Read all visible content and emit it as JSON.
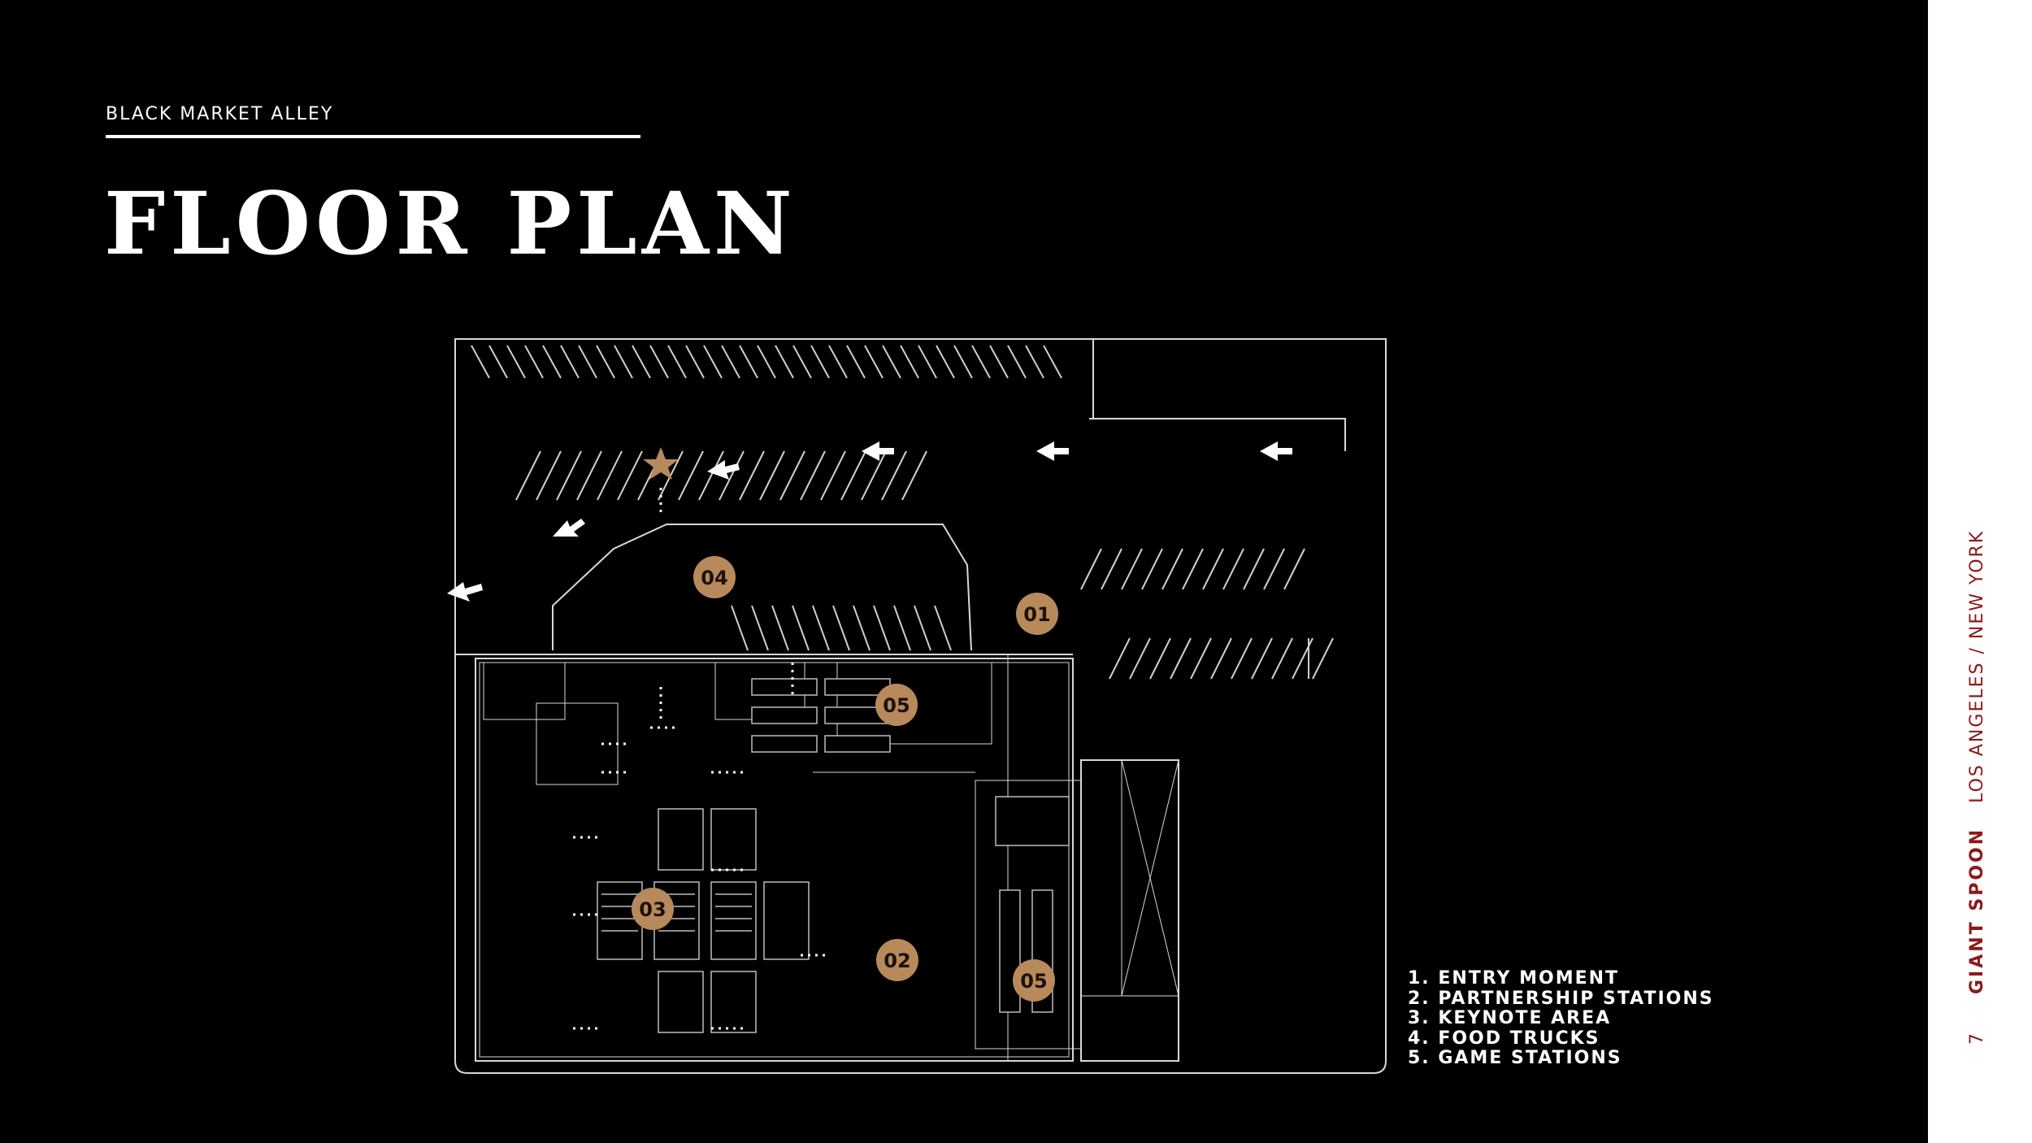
{
  "header": {
    "kicker": "BLACK MARKET ALLEY",
    "title": "FLOOR PLAN"
  },
  "markers": [
    {
      "label": "01"
    },
    {
      "label": "02"
    },
    {
      "label": "03"
    },
    {
      "label": "04"
    },
    {
      "label": "05"
    },
    {
      "label": "05"
    }
  ],
  "legend": {
    "items": [
      "1. ENTRY MOMENT",
      "2. PARTNERSHIP STATIONS",
      "3. KEYNOTE AREA",
      "4. FOOD TRUCKS",
      "5. GAME STATIONS"
    ]
  },
  "sidebar": {
    "page": "7",
    "brand": "GIANT SPOON",
    "cities": "LOS ANGELES / NEW YORK"
  },
  "colors": {
    "background": "#000000",
    "marker": "#b8895a",
    "accent": "#8b1a1a",
    "rail": "#ffffff"
  },
  "icons": [
    "star-icon",
    "arrow-left-icon",
    "dotted-arrow-icon"
  ]
}
